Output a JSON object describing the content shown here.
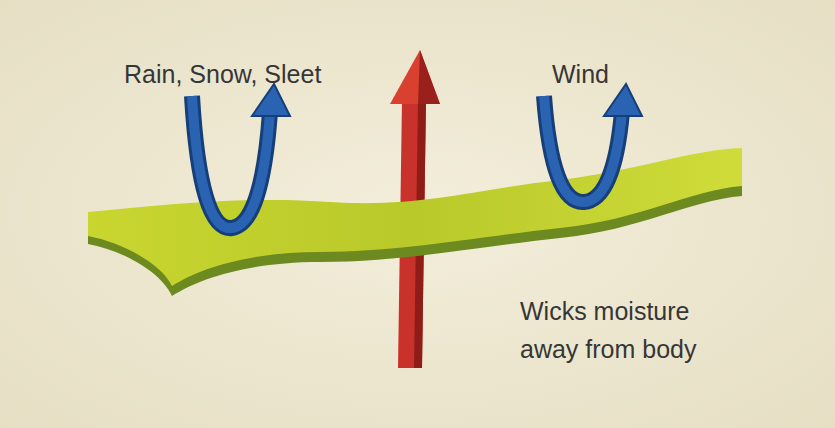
{
  "diagram": {
    "labels": [
      "Rain, Snow, Sleet",
      "Wind",
      "Wicks moisture away from body"
    ]
  }
}
